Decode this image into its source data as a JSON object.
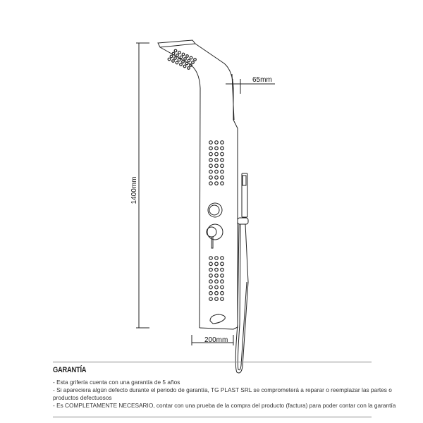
{
  "dimensions": {
    "height": "1400mm",
    "width": "200mm",
    "depth": "65mm"
  },
  "warranty": {
    "title": "GARANTÍA",
    "lines": [
      "- Esta grifería cuenta con una garantía de 5 años",
      "- Si apareciera algún defecto durante el periodo de garantía, TG PLAST SRL se comprometerá a reparar o reemplazar las partes o",
      "productos defectuosos",
      "- Es COMPLETAMENTE NECESARIO, contar con una prueba de la compra del producto (factura) para poder contar con la garantía"
    ]
  }
}
